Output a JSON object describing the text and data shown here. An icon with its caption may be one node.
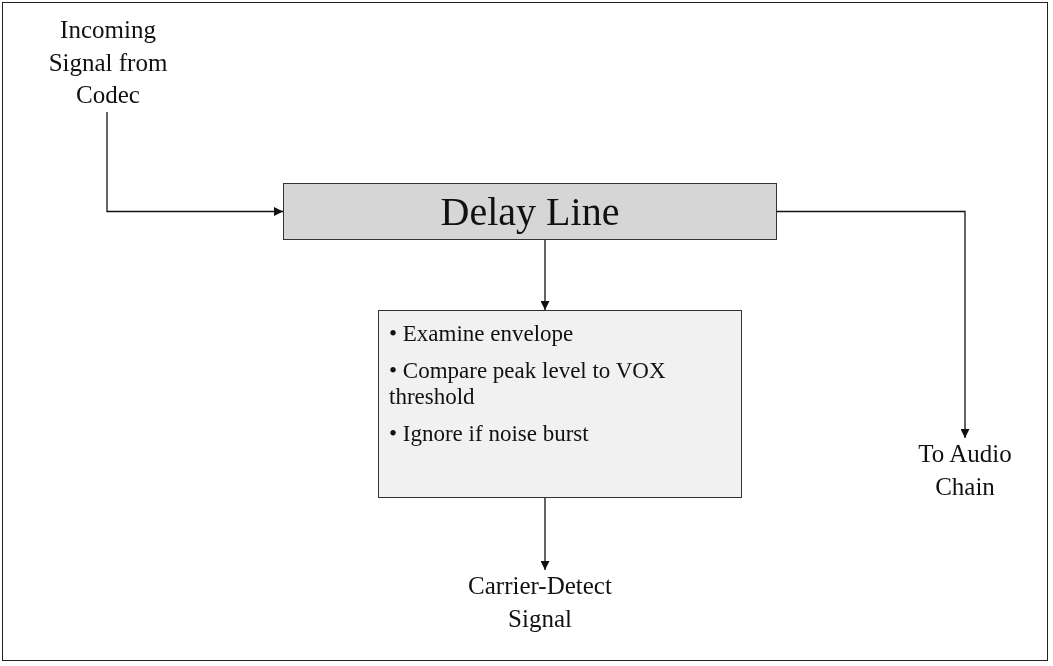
{
  "diagram": {
    "nodes": [
      {
        "text": [
          "Incoming Signal from Codec"
        ]
      },
      {
        "text": [
          "Delay Line"
        ]
      },
      {
        "text": [
          "• Examine envelope",
          "• Compare peak level to VOX threshold",
          "• Ignore if noise burst"
        ]
      },
      {
        "text": [
          "Carrier-Detect Signal"
        ]
      },
      {
        "text": [
          "To Audio Chain"
        ]
      }
    ],
    "edges": [
      {
        "from": 0,
        "to": 1,
        "arrow": "to"
      },
      {
        "from": 1,
        "to": 2,
        "arrow": "to"
      },
      {
        "from": 2,
        "to": 3,
        "arrow": "to"
      },
      {
        "from": 1,
        "to": 4,
        "arrow": "to"
      }
    ]
  }
}
